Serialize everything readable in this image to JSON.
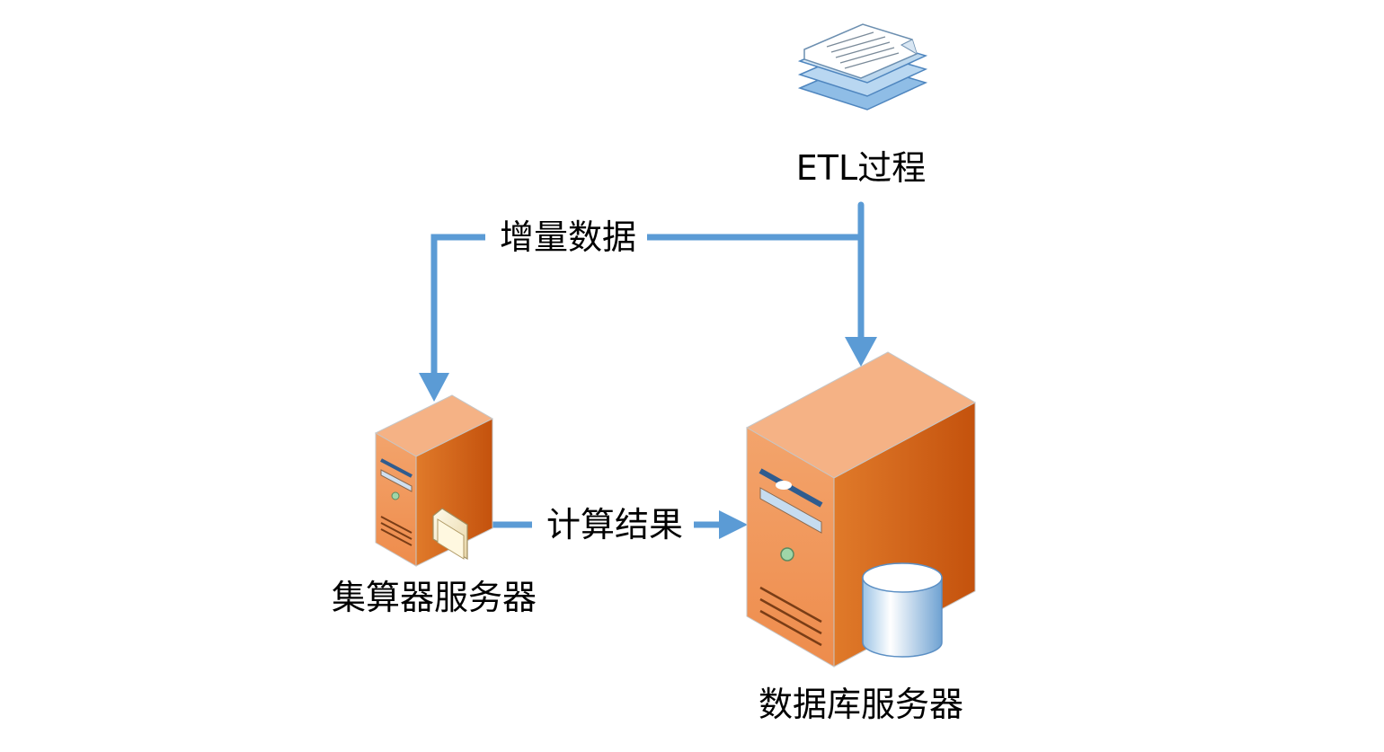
{
  "labels": {
    "etl": "ETL过程",
    "incremental": "增量数据",
    "result": "计算结果",
    "esproc_server": "集算器服务器",
    "db_server": "数据库服务器"
  },
  "colors": {
    "arrow": "#5b9bd5",
    "server_front": "#f29a5c",
    "server_side": "#d4661b",
    "server_top": "#f5b285"
  }
}
